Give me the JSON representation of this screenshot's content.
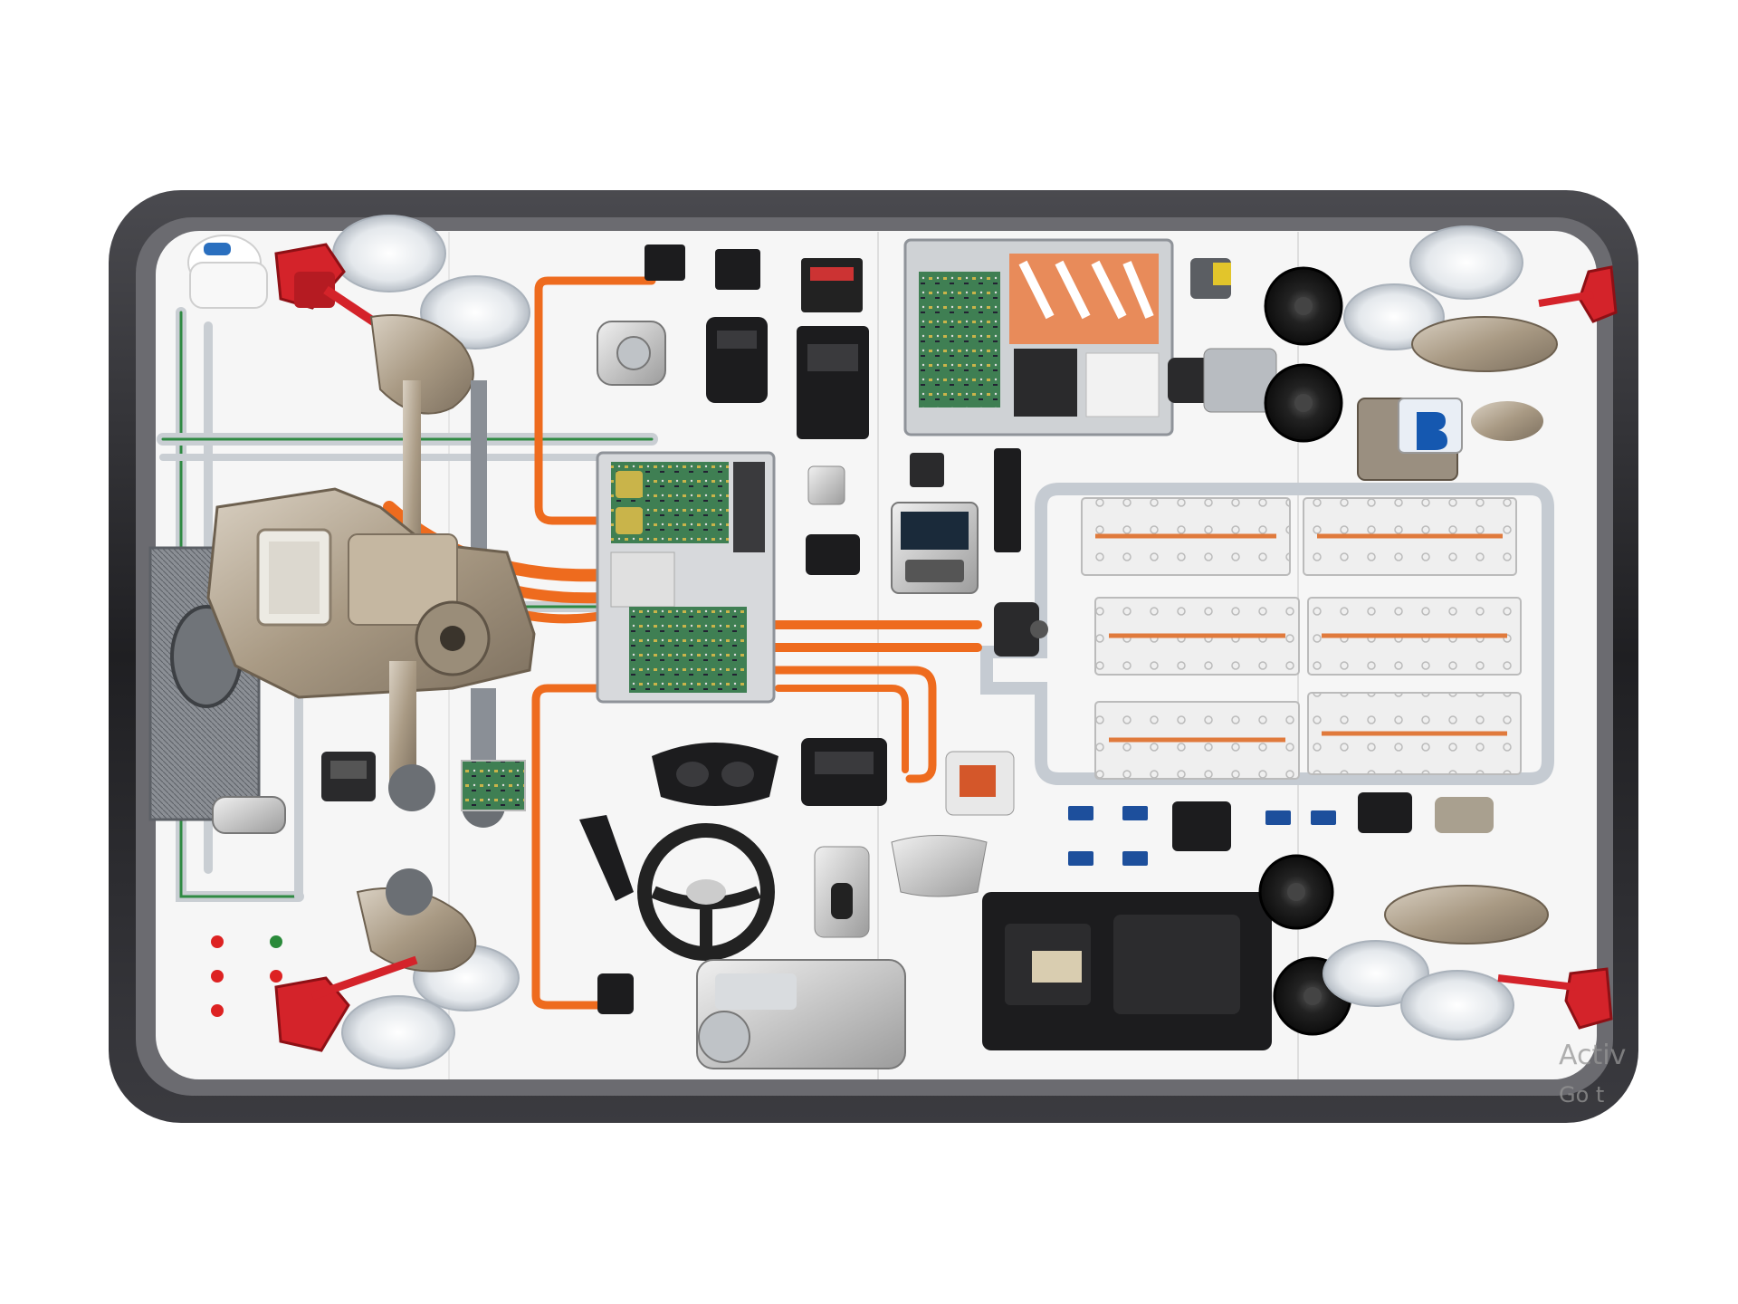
{
  "image": {
    "subject": "electric-vehicle-training-board",
    "watermark_line1": "Activ",
    "watermark_line2": "Go t",
    "colors": {
      "frame": "#2b2b2e",
      "board": "#f6f6f6",
      "cable": "#ee6b1e",
      "caliper": "#d4232a",
      "casting": "#b8aa96",
      "component_dark": "#1c1c1e",
      "pcb": "#3f7f53",
      "logo_blue": "#1558b0"
    }
  }
}
